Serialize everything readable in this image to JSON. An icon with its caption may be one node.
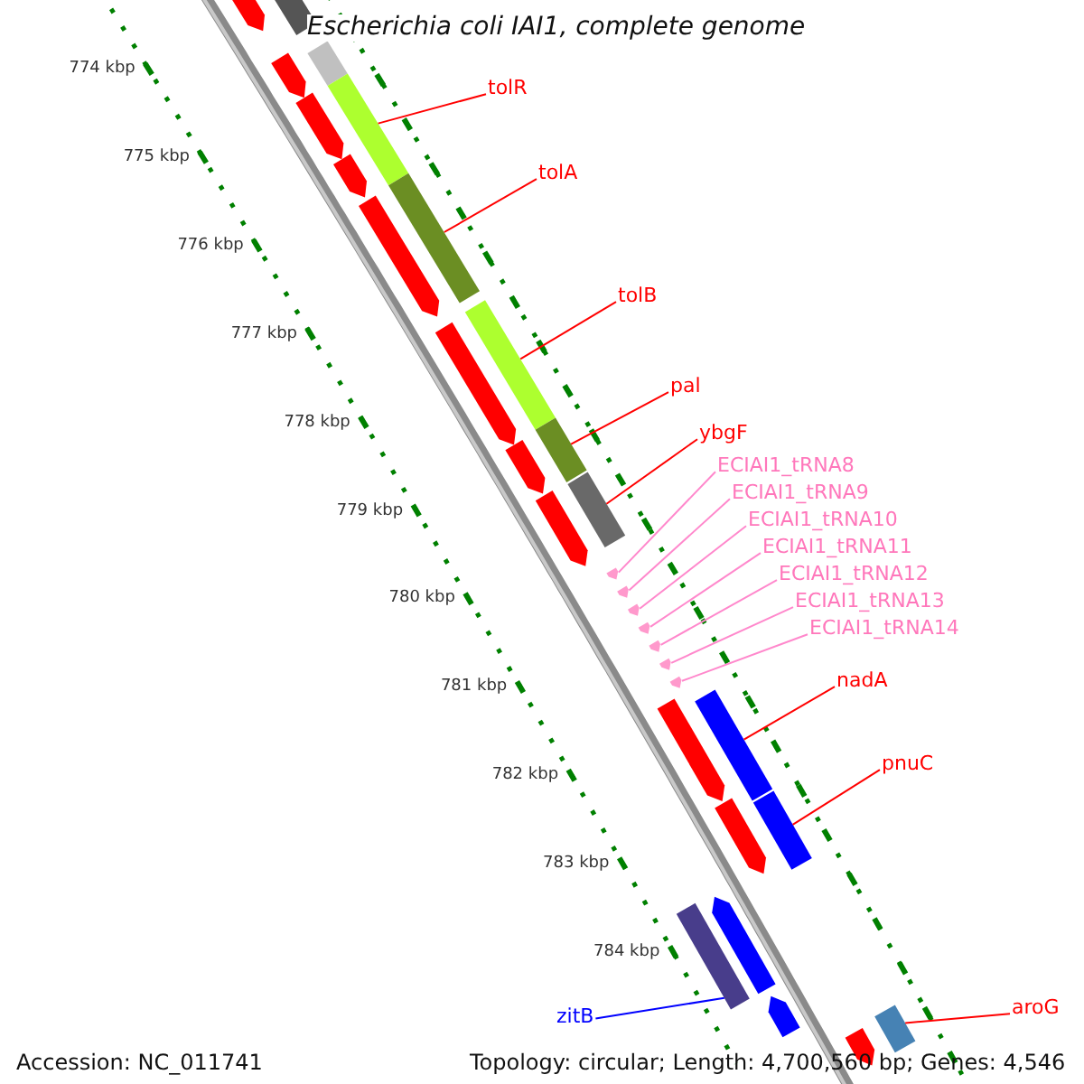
{
  "diagram": {
    "title": "Escherichia coli IAI1, complete genome",
    "nodes": [
      {
        "text": [
          "tolR"
        ]
      },
      {
        "text": [
          "tolA"
        ]
      },
      {
        "text": [
          "tolB"
        ]
      },
      {
        "text": [
          "pal"
        ]
      },
      {
        "text": [
          "ybgF"
        ]
      },
      {
        "text": [
          "ECIAI1_tRNA8"
        ]
      },
      {
        "text": [
          "ECIAI1_tRNA9"
        ]
      },
      {
        "text": [
          "ECIAI1_tRNA10"
        ]
      },
      {
        "text": [
          "ECIAI1_tRNA11"
        ]
      },
      {
        "text": [
          "ECIAI1_tRNA12"
        ]
      },
      {
        "text": [
          "ECIAI1_tRNA13"
        ]
      },
      {
        "text": [
          "ECIAI1_tRNA14"
        ]
      },
      {
        "text": [
          "nadA"
        ]
      },
      {
        "text": [
          "pnuC"
        ]
      },
      {
        "text": [
          "zitB"
        ]
      },
      {
        "text": [
          "aroG"
        ]
      },
      {
        "text": [],
        "shape": "bar"
      },
      {
        "text": [],
        "shape": "bar"
      },
      {
        "text": [],
        "shape": "bar"
      },
      {
        "text": [],
        "shape": "bar"
      },
      {
        "text": [],
        "shape": "bar"
      },
      {
        "text": [],
        "shape": "arrow"
      },
      {
        "text": [],
        "shape": "arrow"
      },
      {
        "text": [],
        "shape": "arrow"
      },
      {
        "text": [],
        "shape": "arrow"
      },
      {
        "text": [],
        "shape": "arrow"
      },
      {
        "text": [],
        "shape": "arrow"
      },
      {
        "text": [],
        "shape": "arrow"
      },
      {
        "text": [],
        "shape": "bar"
      },
      {
        "text": [],
        "shape": "bar"
      },
      {
        "text": [],
        "shape": "bar"
      },
      {
        "text": [],
        "shape": "bar"
      }
    ],
    "edges": [
      {
        "from": 0,
        "to": 16,
        "arrow": "none"
      },
      {
        "from": 1,
        "to": 17,
        "arrow": "none"
      },
      {
        "from": 2,
        "to": 18,
        "arrow": "none"
      },
      {
        "from": 3,
        "to": 19,
        "arrow": "none"
      },
      {
        "from": 4,
        "to": 20,
        "arrow": "none"
      },
      {
        "from": 5,
        "to": 21,
        "arrow": "none",
        "color": "#ff88cc"
      },
      {
        "from": 6,
        "to": 22,
        "arrow": "none",
        "color": "#ff88cc"
      },
      {
        "from": 7,
        "to": 23,
        "arrow": "none",
        "color": "#ff88cc"
      },
      {
        "from": 8,
        "to": 24,
        "arrow": "none",
        "color": "#ff88cc"
      },
      {
        "from": 9,
        "to": 25,
        "arrow": "none",
        "color": "#ff88cc"
      },
      {
        "from": 10,
        "to": 26,
        "arrow": "none",
        "color": "#ff88cc"
      },
      {
        "from": 11,
        "to": 27,
        "arrow": "none",
        "color": "#ff88cc"
      },
      {
        "from": 12,
        "to": 28,
        "arrow": "none"
      },
      {
        "from": 13,
        "to": 29,
        "arrow": "none"
      },
      {
        "from": 14,
        "to": 30,
        "arrow": "none",
        "color": "#0000ff"
      },
      {
        "from": 15,
        "to": 31,
        "arrow": "none"
      }
    ],
    "labels": [
      "774 kbp",
      "775 kbp",
      "776 kbp",
      "777 kbp",
      "778 kbp",
      "779 kbp",
      "780 kbp",
      "781 kbp",
      "782 kbp",
      "783 kbp",
      "784 kbp",
      "Accession: NC_011741",
      "Topology: circular; Length: 4,700,560 bp; Genes: 4,546"
    ]
  }
}
